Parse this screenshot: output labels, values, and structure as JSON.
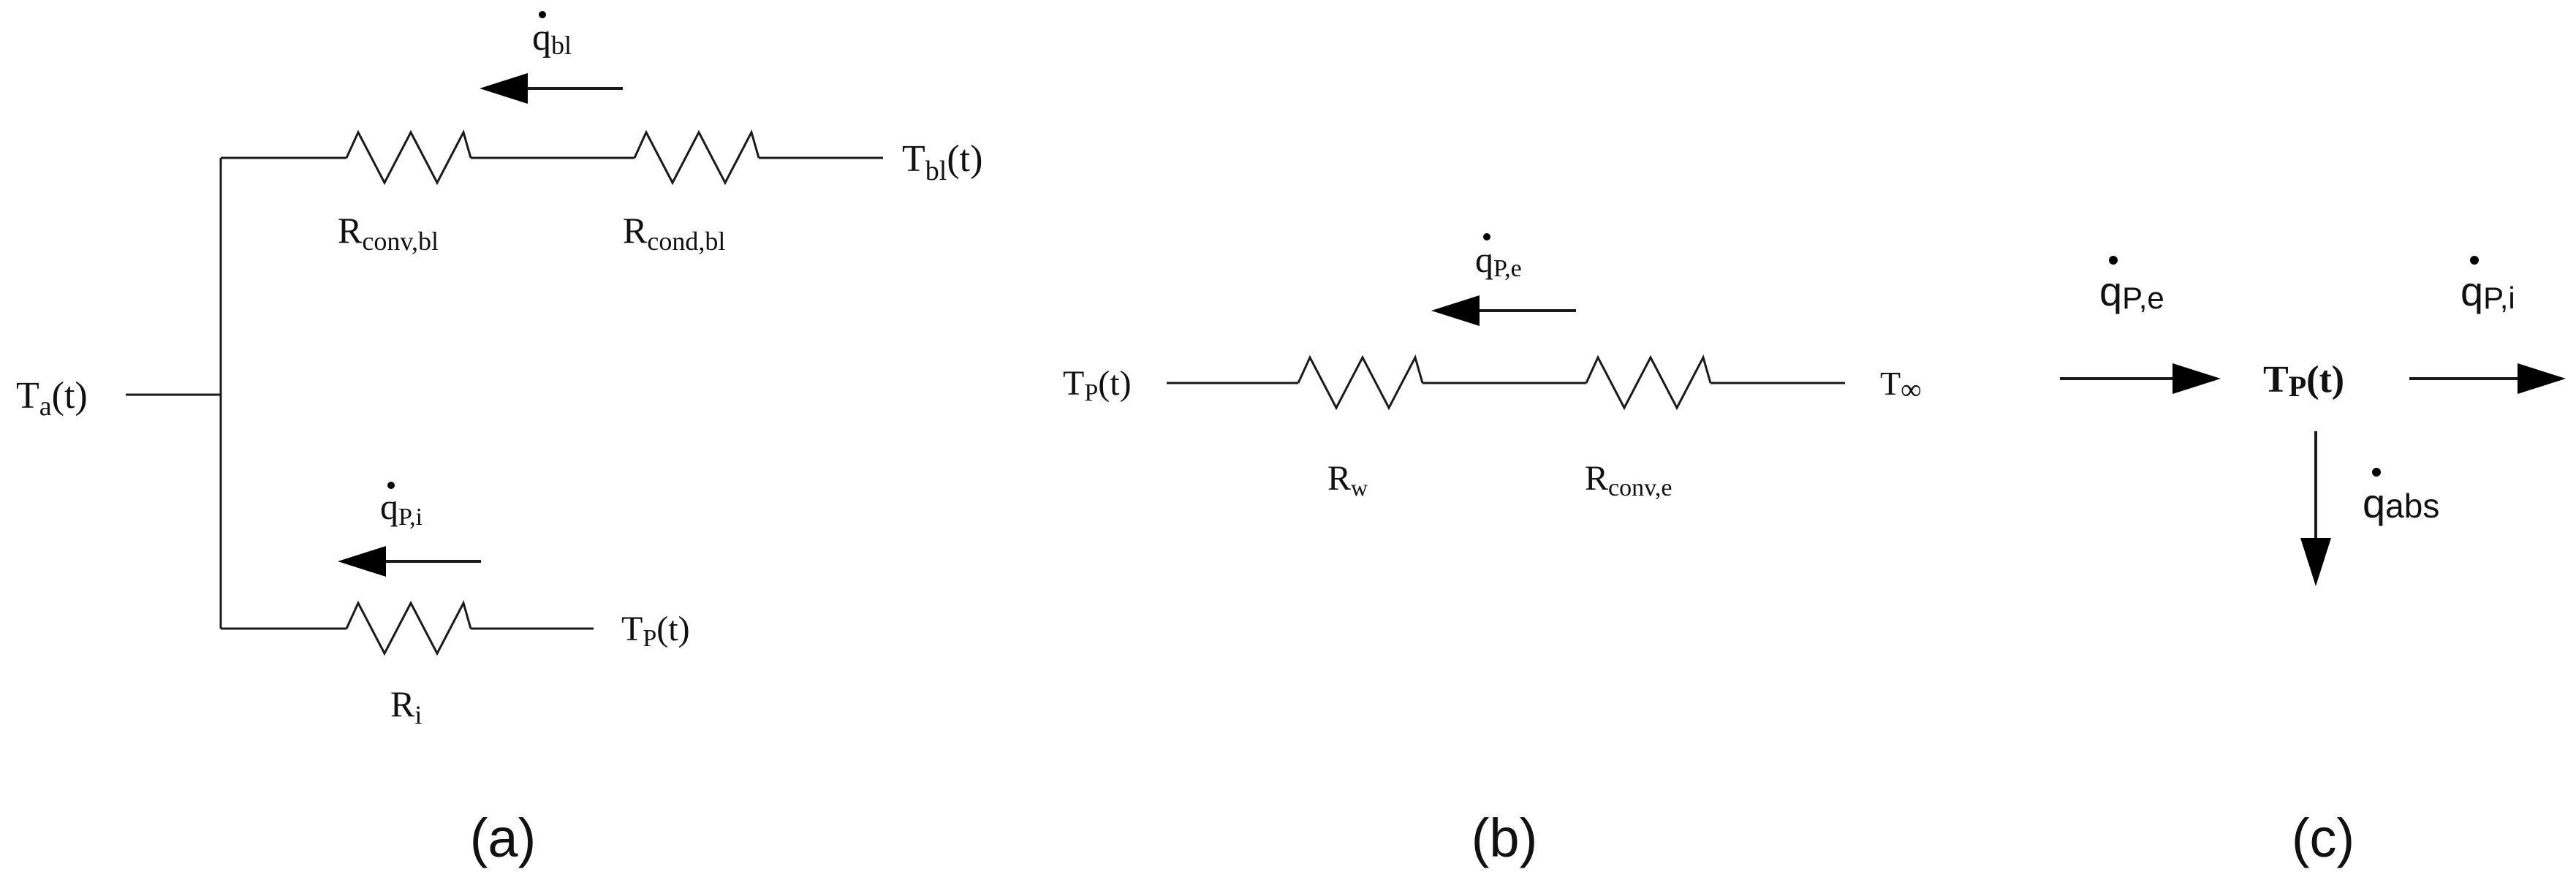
{
  "panel_a": {
    "label": "(a)",
    "node_left": {
      "main": "T",
      "sub": "a",
      "tail": "(t)"
    },
    "node_top_right": {
      "main": "T",
      "sub": "bl",
      "tail": "(t)"
    },
    "node_bottom_right": {
      "main": "T",
      "sub": "P",
      "tail": "(t)"
    },
    "resistor_conv_bl": {
      "main": "R",
      "sub": "conv,bl"
    },
    "resistor_cond_bl": {
      "main": "R",
      "sub": "cond,bl"
    },
    "resistor_i": {
      "main": "R",
      "sub": "i"
    },
    "flux_bl": {
      "main": "q",
      "sub": "bl"
    },
    "flux_pi": {
      "main": "q",
      "sub": "P,i"
    }
  },
  "panel_b": {
    "label": "(b)",
    "node_left": {
      "main": "T",
      "sub": "P",
      "tail": "(t)"
    },
    "node_right": {
      "main": "T",
      "sub": "∞"
    },
    "resistor_w": {
      "main": "R",
      "sub": "w"
    },
    "resistor_conv_e": {
      "main": "R",
      "sub": "conv,e"
    },
    "flux_pe": {
      "main": "q",
      "sub": "P,e"
    }
  },
  "panel_c": {
    "label": "(c)",
    "node_center": {
      "main": "T",
      "sub": "P",
      "tail": "(t)"
    },
    "flux_in": {
      "main": "q",
      "sub": "P,e"
    },
    "flux_out": {
      "main": "q",
      "sub": "P,i"
    },
    "flux_down": {
      "main": "q",
      "sub": "abs"
    }
  }
}
